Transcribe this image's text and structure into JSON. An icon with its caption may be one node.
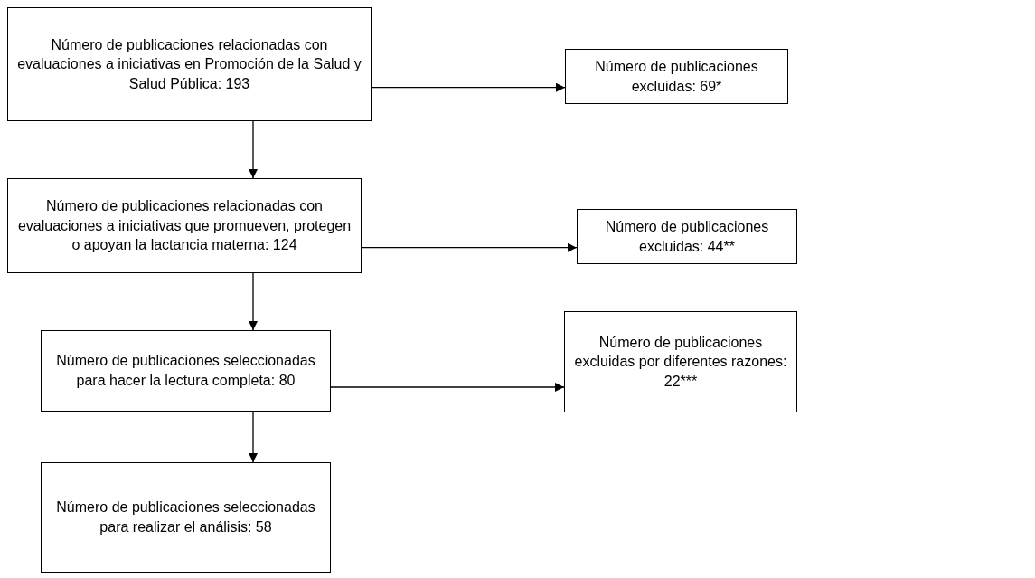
{
  "diagram": {
    "nodes": [
      {
        "text": [
          "Número de publicaciones relacionadas con evaluaciones a iniciativas en Promoción de la Salud y Salud Pública: 193"
        ]
      },
      {
        "text": [
          "Número de publicaciones excluidas: 69*"
        ]
      },
      {
        "text": [
          "Número de publicaciones relacionadas con evaluaciones a iniciativas que promueven, protegen o apoyan la lactancia materna: 124"
        ]
      },
      {
        "text": [
          "Número de publicaciones excluidas: 44**"
        ]
      },
      {
        "text": [
          "Número de publicaciones seleccionadas para hacer la lectura completa: 80"
        ]
      },
      {
        "text": [
          "Número de publicaciones excluidas por diferentes razones: 22***"
        ]
      },
      {
        "text": [
          "Número de publicaciones seleccionadas para realizar el análisis: 58"
        ]
      }
    ],
    "edges": [
      {
        "from": 0,
        "to": 1,
        "arrow": "to"
      },
      {
        "from": 0,
        "to": 2,
        "arrow": "to"
      },
      {
        "from": 2,
        "to": 3,
        "arrow": "to"
      },
      {
        "from": 2,
        "to": 4,
        "arrow": "to"
      },
      {
        "from": 4,
        "to": 5,
        "arrow": "to"
      },
      {
        "from": 4,
        "to": 6,
        "arrow": "to"
      }
    ]
  }
}
